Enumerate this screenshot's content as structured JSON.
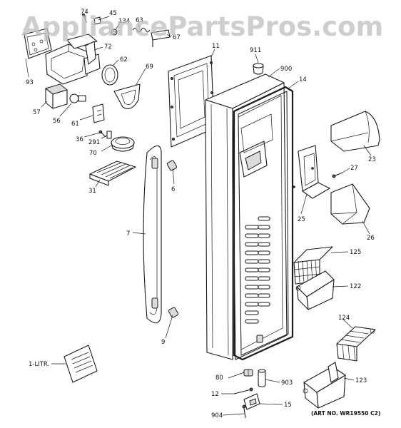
{
  "watermark": "AppliancePartsPros.com",
  "art_number": "(ART NO. WR19550 C2)",
  "callouts": [
    {
      "id": "74",
      "text": "74"
    },
    {
      "id": "45",
      "text": "45"
    },
    {
      "id": "134",
      "text": "134"
    },
    {
      "id": "63",
      "text": "63"
    },
    {
      "id": "67",
      "text": "67"
    },
    {
      "id": "72",
      "text": "72"
    },
    {
      "id": "62",
      "text": "62"
    },
    {
      "id": "69",
      "text": "69"
    },
    {
      "id": "93",
      "text": "93"
    },
    {
      "id": "57",
      "text": "57"
    },
    {
      "id": "56",
      "text": "56"
    },
    {
      "id": "61",
      "text": "61"
    },
    {
      "id": "36",
      "text": "36"
    },
    {
      "id": "291",
      "text": "291"
    },
    {
      "id": "70",
      "text": "70"
    },
    {
      "id": "31",
      "text": "31"
    },
    {
      "id": "11",
      "text": "11"
    },
    {
      "id": "911",
      "text": "911"
    },
    {
      "id": "900",
      "text": "900"
    },
    {
      "id": "14",
      "text": "14"
    },
    {
      "id": "6",
      "text": "6"
    },
    {
      "id": "7",
      "text": "7"
    },
    {
      "id": "9",
      "text": "9"
    },
    {
      "id": "23",
      "text": "23"
    },
    {
      "id": "27",
      "text": "27"
    },
    {
      "id": "25",
      "text": "25"
    },
    {
      "id": "26",
      "text": "26"
    },
    {
      "id": "125",
      "text": "125"
    },
    {
      "id": "122",
      "text": "122"
    },
    {
      "id": "124",
      "text": "124"
    },
    {
      "id": "123",
      "text": "123"
    },
    {
      "id": "80",
      "text": "80"
    },
    {
      "id": "903",
      "text": "903"
    },
    {
      "id": "12",
      "text": "12"
    },
    {
      "id": "15",
      "text": "15"
    },
    {
      "id": "904",
      "text": "904"
    },
    {
      "id": "1-LITR.",
      "text": "1-LITR."
    }
  ]
}
